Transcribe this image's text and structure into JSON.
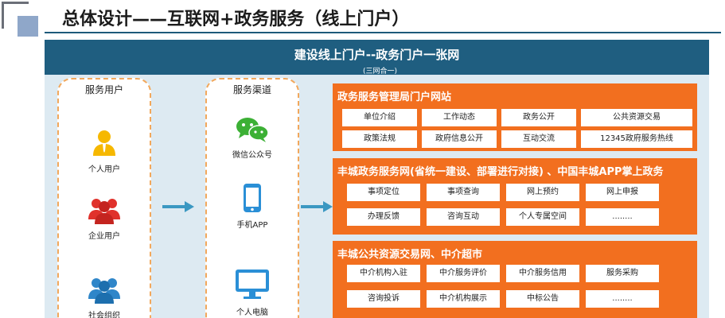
{
  "slide": {
    "title": "总体设计——互联网+政务服务（线上门户）"
  },
  "banner": {
    "title": "建设线上门户--政务门户一张网",
    "subtitle": "(三网合一)"
  },
  "users": {
    "heading": "服务用户",
    "items": [
      {
        "label": "个人用户",
        "icon": "person-icon"
      },
      {
        "label": "企业用户",
        "icon": "group-icon"
      },
      {
        "label": "社会组织",
        "icon": "organization-icon"
      }
    ]
  },
  "channels": {
    "heading": "服务渠道",
    "items": [
      {
        "label": "微信公众号",
        "icon": "wechat-icon"
      },
      {
        "label": "手机APP",
        "icon": "phone-icon"
      },
      {
        "label": "个人电脑",
        "icon": "computer-icon"
      }
    ]
  },
  "panels": [
    {
      "title": "政务服务管理局门户网站",
      "rows": [
        [
          "单位介绍",
          "工作动态",
          "政务公开",
          "公共资源交易"
        ],
        [
          "政策法规",
          "政府信息公开",
          "互动交流",
          "12345政府服务热线"
        ]
      ]
    },
    {
      "title": "丰城政务服务网(省统一建设、部署进行对接) 、中国丰城APP掌上政务",
      "rows": [
        [
          "事项定位",
          "事项查询",
          "网上预约",
          "网上申报"
        ],
        [
          "办理反馈",
          "咨询互动",
          "个人专属空间",
          "........"
        ]
      ]
    },
    {
      "title": "丰城公共资源交易网、中介超市",
      "rows": [
        [
          "中介机构入驻",
          "中介服务评价",
          "中介服务信用",
          "服务采购"
        ],
        [
          "咨询投诉",
          "中介机构展示",
          "中标公告",
          "........"
        ]
      ]
    }
  ],
  "colors": {
    "banner": "#1f5e80",
    "panel": "#f26f1f",
    "background": "#ddeaf2",
    "arrow": "#3b98c2",
    "dashed_border": "#f2a85c"
  }
}
